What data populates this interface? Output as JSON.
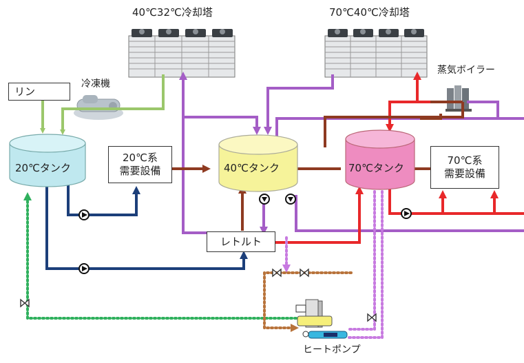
{
  "labels": {
    "cooling_tower_left": "40℃32℃冷却塔",
    "cooling_tower_right": "70℃40℃冷却塔",
    "rin": "リン",
    "chiller": "冷凍機",
    "steam_boiler": "蒸気ボイラー",
    "tank_20": "20℃タンク",
    "tank_40": "40℃タンク",
    "tank_70": "70℃タンク",
    "demand_20": "20℃系\n需要設備",
    "demand_70": "70℃系\n需要設備",
    "retort": "レトルト",
    "heat_pump": "ヒートポンプ"
  },
  "colors": {
    "green": "#9bc76b",
    "purple": "#a45dc6",
    "red": "#e8282a",
    "brown": "#8e3a21",
    "navy": "#1c3f7a",
    "green_dotted": "#2fb05d",
    "orange_dotted": "#b8733b",
    "violet_dotted": "#c77ae0",
    "tank_cyan": "#bfe8ef",
    "tank_yellow": "#f6f39a",
    "tank_pink": "#ee8cc0"
  },
  "icons": [
    "pump-icon",
    "valve-icon",
    "cooling-tower-icon",
    "chiller-icon",
    "boiler-icon",
    "heat-pump-icon"
  ]
}
